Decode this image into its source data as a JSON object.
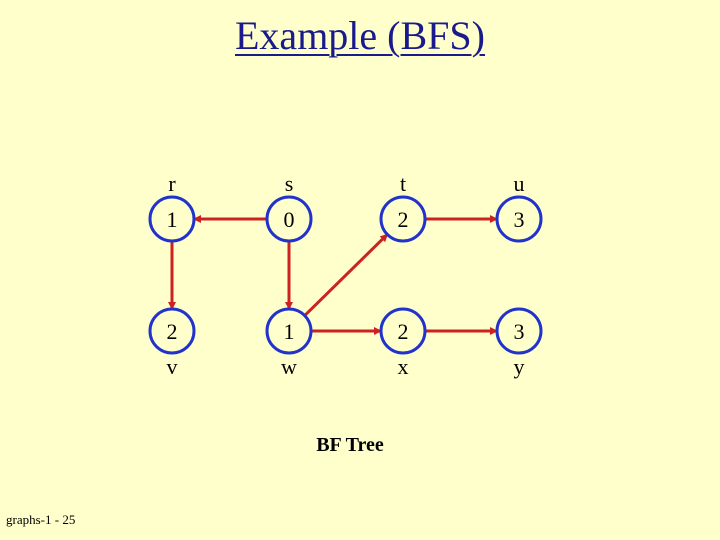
{
  "title": "Example (BFS)",
  "caption": "BF Tree",
  "footer": "graphs-1 - 25",
  "colors": {
    "background": "#ffffcc",
    "title": "#1a1a8c",
    "node_stroke": "#2233cc",
    "edge": "#cc2222"
  },
  "graph": {
    "vertices": [
      {
        "id": "r",
        "label": "r",
        "distance": "1"
      },
      {
        "id": "s",
        "label": "s",
        "distance": "0"
      },
      {
        "id": "t",
        "label": "t",
        "distance": "2"
      },
      {
        "id": "u",
        "label": "u",
        "distance": "3"
      },
      {
        "id": "v",
        "label": "v",
        "distance": "2"
      },
      {
        "id": "w",
        "label": "w",
        "distance": "1"
      },
      {
        "id": "x",
        "label": "x",
        "distance": "2"
      },
      {
        "id": "y",
        "label": "y",
        "distance": "3"
      }
    ],
    "edges": [
      {
        "from": "s",
        "to": "r"
      },
      {
        "from": "r",
        "to": "v"
      },
      {
        "from": "s",
        "to": "w"
      },
      {
        "from": "w",
        "to": "t"
      },
      {
        "from": "w",
        "to": "x"
      },
      {
        "from": "t",
        "to": "u"
      },
      {
        "from": "x",
        "to": "y"
      }
    ]
  }
}
